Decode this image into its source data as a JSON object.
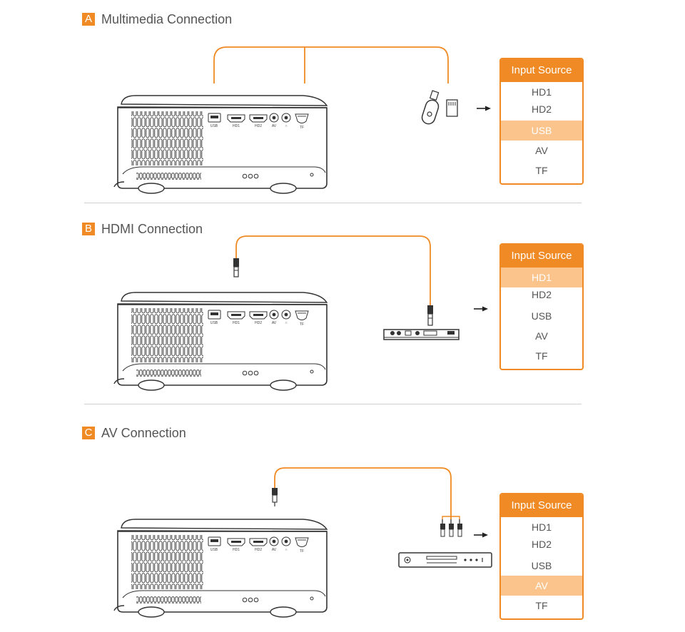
{
  "sections": [
    {
      "letter": "A",
      "title": "Multimedia Connection",
      "input_source": {
        "header": "Input Source",
        "items": [
          "HD1",
          "HD2",
          "USB",
          "AV",
          "TF"
        ],
        "active": "USB"
      }
    },
    {
      "letter": "B",
      "title": "HDMI Connection",
      "input_source": {
        "header": "Input Source",
        "items": [
          "HD1",
          "HD2",
          "USB",
          "AV",
          "TF"
        ],
        "active": "HD1"
      }
    },
    {
      "letter": "C",
      "title": "AV Connection",
      "input_source": {
        "header": "Input Source",
        "items": [
          "HD1",
          "HD2",
          "USB",
          "AV",
          "TF"
        ],
        "active": "AV"
      }
    }
  ],
  "projector_ports": [
    "USB",
    "HD1",
    "HD2",
    "AV",
    "∩",
    "TF"
  ],
  "colors": {
    "accent": "#f08a24",
    "highlight": "#fbc48d",
    "line": "#333333",
    "divider": "#cfcfcf"
  }
}
